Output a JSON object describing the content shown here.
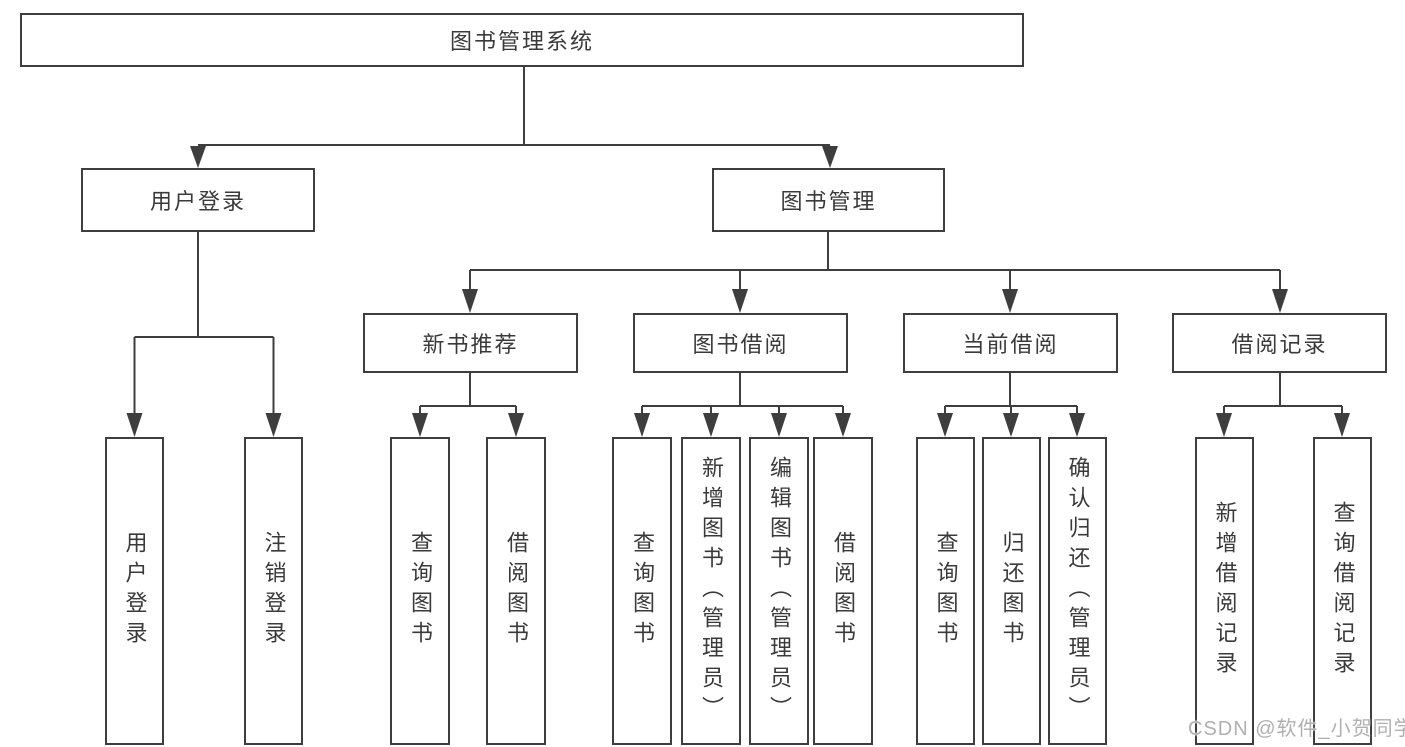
{
  "diagram_title": "图书管理系统",
  "tree": {
    "root": "图书管理系统",
    "login": {
      "label": "用户登录",
      "children": [
        "用户登录",
        "注销登录"
      ]
    },
    "management": {
      "label": "图书管理",
      "groups": [
        {
          "label": "新书推荐",
          "children": [
            "查询图书",
            "借阅图书"
          ]
        },
        {
          "label": "图书借阅",
          "children": [
            "查询图书",
            "新增图书（管理员）",
            "编辑图书（管理员）",
            "借阅图书"
          ]
        },
        {
          "label": "当前借阅",
          "children": [
            "查询图书",
            "归还图书",
            "确认归还（管理员）"
          ]
        },
        {
          "label": "借阅记录",
          "children": [
            "新增借阅记录",
            "查询借阅记录"
          ]
        }
      ]
    }
  },
  "watermark": "CSDN @软件_小贺同学",
  "colors": {
    "line": "#3e3e3e",
    "text": "#3a3a3a",
    "box_fill": "#ffffff",
    "watermark": "#b0b0b0",
    "background": "#ffffff"
  }
}
